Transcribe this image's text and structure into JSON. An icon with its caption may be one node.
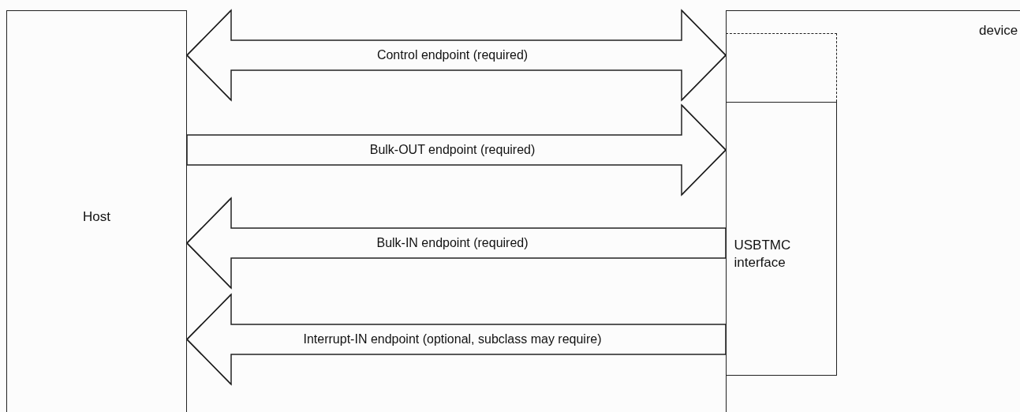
{
  "diagram": {
    "nodes": [
      {
        "text": [
          "Host"
        ]
      },
      {
        "text": [
          "device"
        ]
      },
      {
        "text": [],
        "shape": "box",
        "in": 1
      },
      {
        "text": [
          "USBTMC interface"
        ],
        "in": 1
      }
    ],
    "edges": [
      {
        "from": 0,
        "to": 2,
        "arrow": "both",
        "label": "Control endpoint (required)"
      },
      {
        "from": 0,
        "to": 3,
        "arrow": "to",
        "label": "Bulk-OUT endpoint (required)"
      },
      {
        "from": 3,
        "to": 0,
        "arrow": "to",
        "label": "Bulk-IN endpoint (required)"
      },
      {
        "from": 3,
        "to": 0,
        "arrow": "to",
        "label": "Interrupt-IN endpoint (optional, subclass may require)"
      }
    ]
  }
}
